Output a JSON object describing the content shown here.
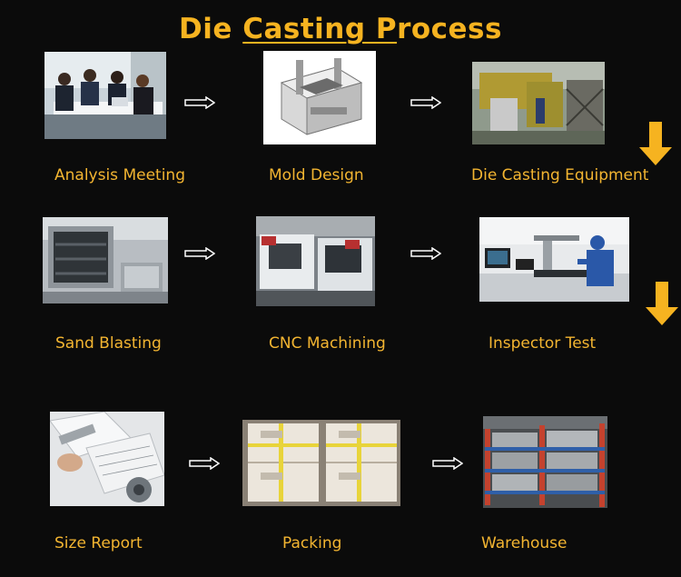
{
  "title": {
    "part1": "Die ",
    "part2": "Casting P",
    "part3": "rocess"
  },
  "colors": {
    "background": "#0b0b0b",
    "accent": "#f6b320",
    "caption": "#f3b531",
    "arrow": "#ffffff"
  },
  "steps": [
    {
      "label": "Analysis Meeting",
      "icon": "meeting-photo"
    },
    {
      "label": "Mold Design",
      "icon": "mold-render"
    },
    {
      "label": "Die Casting Equipment",
      "icon": "casting-machine-photo"
    },
    {
      "label": "Sand Blasting",
      "icon": "sand-blasting-photo"
    },
    {
      "label": "CNC Machining",
      "icon": "cnc-machine-photo"
    },
    {
      "label": "Inspector Test",
      "icon": "inspection-photo"
    },
    {
      "label": "Size Report",
      "icon": "size-report-photo"
    },
    {
      "label": "Packing",
      "icon": "packing-photo"
    },
    {
      "label": "Warehouse",
      "icon": "warehouse-photo"
    }
  ],
  "arrows": {
    "horizontal": "right-arrow-icon",
    "vertical": "down-arrow-icon"
  }
}
